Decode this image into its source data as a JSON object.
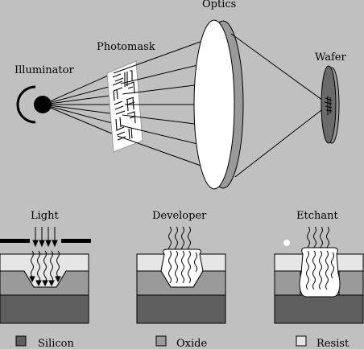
{
  "labels": {
    "optics": "Optics",
    "photomask": "Photomask",
    "illuminator": "Illuminator",
    "wafer": "Wafer",
    "light": "Light",
    "developer": "Developer",
    "etchant": "Etchant"
  },
  "legend": [
    {
      "label": "Silicon",
      "color": "#5f5f5f"
    },
    {
      "label": "Oxide",
      "color": "#9a9a9a"
    },
    {
      "label": "Resist",
      "color": "#e6e6e6"
    }
  ],
  "colors": {
    "background": "#c0c0c0",
    "silicon": "#5f5f5f",
    "oxide": "#9a9a9a",
    "resist": "#e6e6e6",
    "exposed": "#ffffff",
    "lens": "#ffffff",
    "lens_edge": "#9a9a9a",
    "wafer": "#6a6a6a",
    "wafer_edge": "#9a9a9a",
    "bulb": "#000000",
    "mask": "#ffffff",
    "mask_edge": "#b0b0b0"
  }
}
